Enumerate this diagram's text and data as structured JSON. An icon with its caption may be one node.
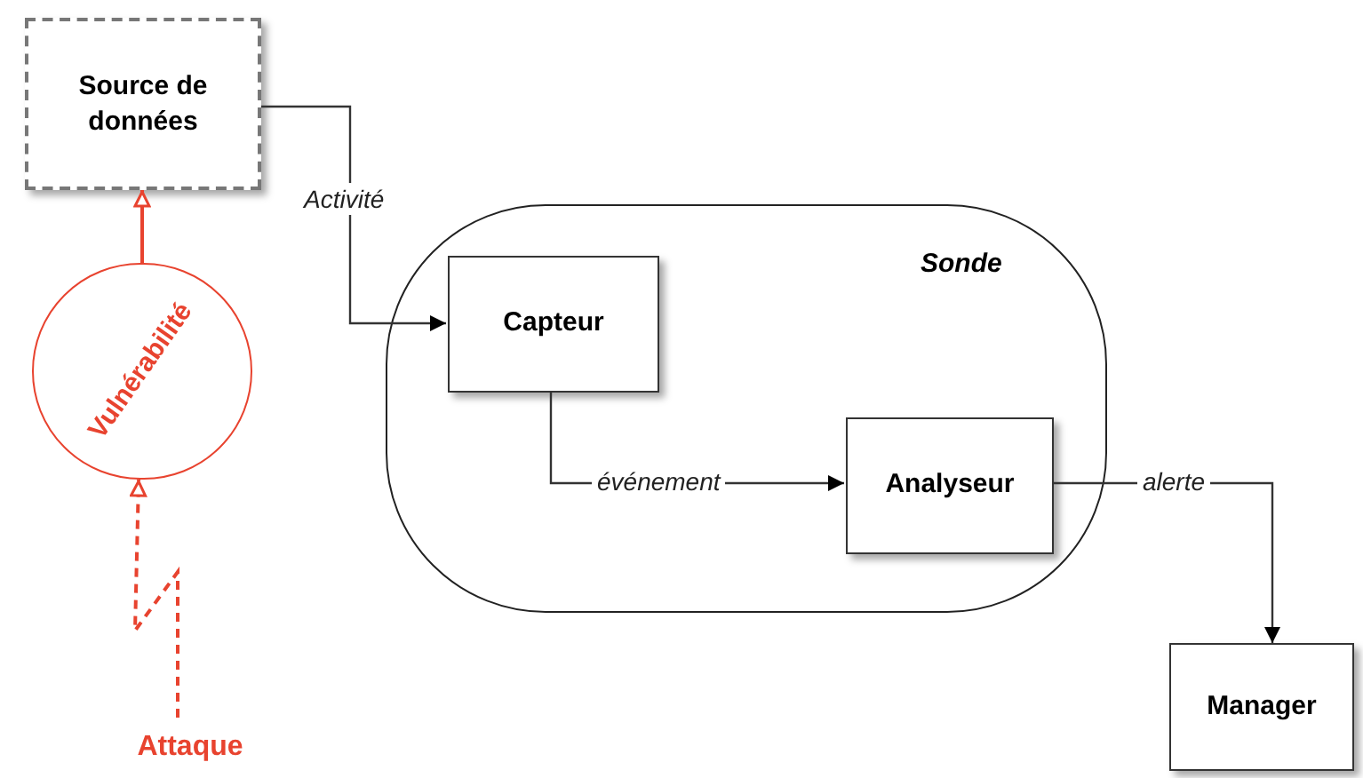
{
  "diagram": {
    "nodes": [
      {
        "text": [
          "Source de données"
        ]
      },
      {
        "text": [
          "Sonde"
        ]
      },
      {
        "text": [
          "Capteur"
        ],
        "in": 1
      },
      {
        "text": [
          "Analyseur"
        ],
        "in": 1
      },
      {
        "text": [
          "Manager"
        ]
      },
      {
        "text": [
          "Vulnérabilité"
        ]
      },
      {
        "text": [
          "Attaque"
        ]
      }
    ],
    "edges": [
      {
        "from": 0,
        "to": 2,
        "arrow": "to",
        "label": "Activité"
      },
      {
        "from": 2,
        "to": 3,
        "arrow": "to",
        "label": "événement"
      },
      {
        "from": 3,
        "to": 4,
        "arrow": "to",
        "label": "alerte"
      },
      {
        "from": 5,
        "to": 0,
        "arrow": "to",
        "color": "#e8432f"
      },
      {
        "from": 6,
        "to": 5,
        "arrow": "to",
        "style": "dashed",
        "color": "#e8432f"
      }
    ]
  }
}
